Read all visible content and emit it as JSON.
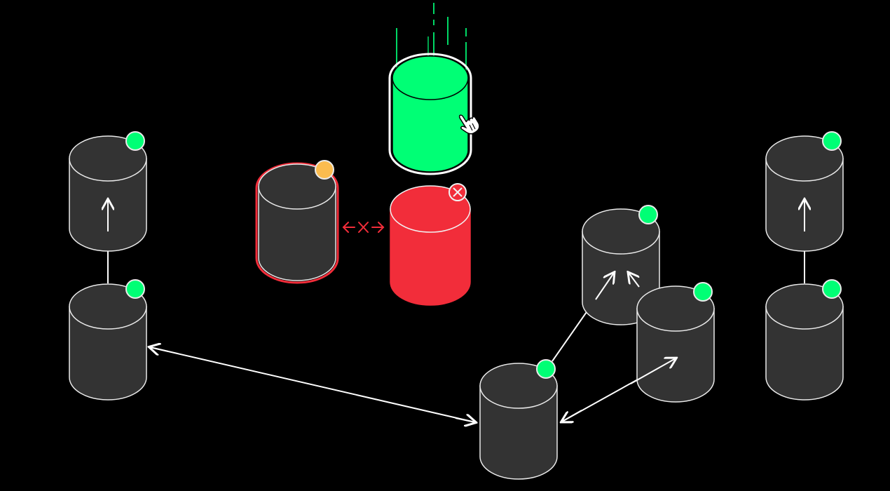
{
  "colors": {
    "background": "#000000",
    "node_body": "#333333",
    "node_stroke": "#eaeaea",
    "healthy": "#00ff75",
    "warning": "#fbbc4f",
    "failed": "#f22d3a",
    "arrow": "#ffffff",
    "sync_lines": "#00d865"
  },
  "nodes": [
    {
      "id": "left-upper",
      "role": "replica",
      "status": "healthy"
    },
    {
      "id": "left-lower",
      "role": "replica",
      "status": "healthy"
    },
    {
      "id": "center-left",
      "role": "disconnected",
      "status": "warning"
    },
    {
      "id": "center-failed",
      "role": "failed",
      "status": "error"
    },
    {
      "id": "center-new",
      "role": "promoted",
      "status": "healthy",
      "selected": true
    },
    {
      "id": "right-cluster-top",
      "role": "replica",
      "status": "healthy"
    },
    {
      "id": "right-cluster-mid",
      "role": "replica",
      "status": "healthy"
    },
    {
      "id": "bottom-center",
      "role": "replica",
      "status": "healthy"
    },
    {
      "id": "far-right-upper",
      "role": "replica",
      "status": "healthy"
    },
    {
      "id": "far-right-lower",
      "role": "replica",
      "status": "healthy"
    }
  ],
  "connections": [
    {
      "from": "left-lower",
      "to": "left-upper",
      "type": "one-way"
    },
    {
      "from": "left-lower",
      "to": "bottom-center",
      "type": "two-way"
    },
    {
      "from": "bottom-center",
      "to": "right-cluster-top",
      "type": "one-way"
    },
    {
      "from": "right-cluster-mid",
      "to": "right-cluster-top",
      "type": "one-way"
    },
    {
      "from": "bottom-center",
      "to": "right-cluster-mid",
      "type": "two-way"
    },
    {
      "from": "far-right-lower",
      "to": "far-right-upper",
      "type": "one-way"
    },
    {
      "from": "center-left",
      "to": "center-failed",
      "type": "broken"
    }
  ],
  "icons": {
    "cursor": "hand-pointer-icon",
    "error_badge": "x-circle-icon",
    "broken_link": "broken-link-icon"
  }
}
